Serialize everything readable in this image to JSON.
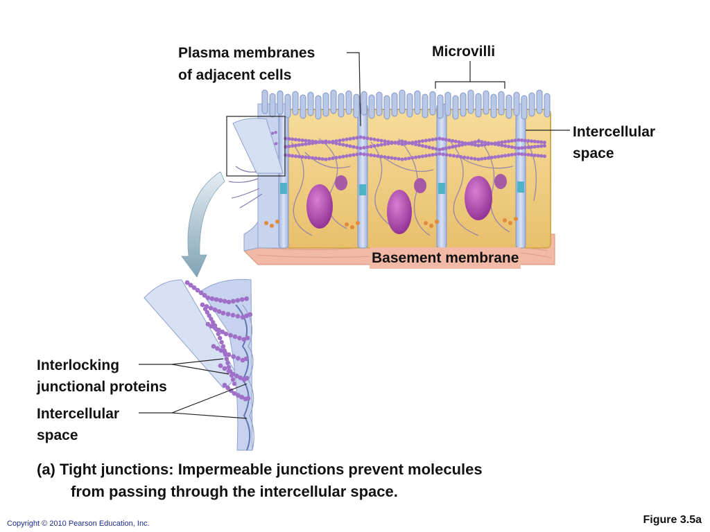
{
  "labels": {
    "plasma_membranes_line1": "Plasma membranes",
    "plasma_membranes_line2": "of adjacent cells",
    "microvilli": "Microvilli",
    "intercellular_space_top_line1": "Intercellular",
    "intercellular_space_top_line2": "space",
    "basement_membrane": "Basement membrane",
    "interlocking_line1": "Interlocking",
    "interlocking_line2": "junctional proteins",
    "intercellular_space_bottom_line1": "Intercellular",
    "intercellular_space_bottom_line2": "space"
  },
  "caption": {
    "prefix": "(a) Tight junctions:",
    "line1_rest": " Impermeable junctions prevent molecules",
    "line2": "from passing through the intercellular space."
  },
  "footer": {
    "copyright": "Copyright © 2010 Pearson Education, Inc.",
    "figure": "Figure 3.5a"
  },
  "colors": {
    "cell_fill": "#f0cf86",
    "cell_edge": "#d7a94f",
    "membrane": "#b9c8e6",
    "membrane_edge": "#7f94c4",
    "nucleus": "#b44fb3",
    "protein_beads": "#a070c8",
    "basement": "#f2b9a6"
  }
}
